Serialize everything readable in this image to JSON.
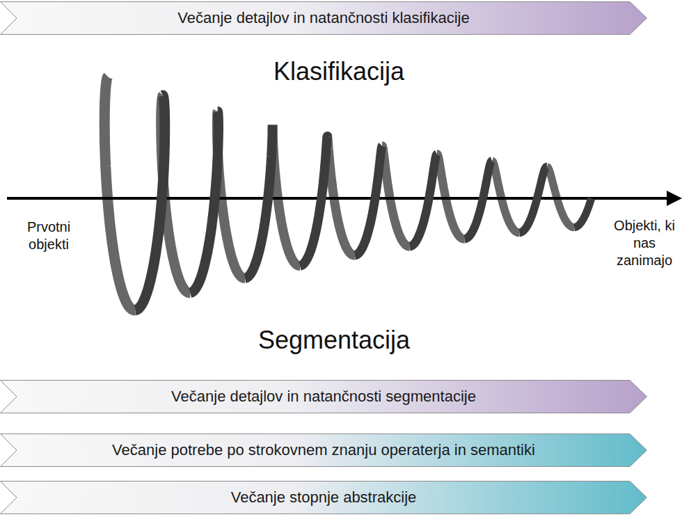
{
  "diagram": {
    "nodes": [
      {
        "text": [
          "Večanje detajlov in natančnosti klasifikacije"
        ]
      },
      {
        "text": [
          "Večanje detajlov in natančnosti segmentacije"
        ]
      },
      {
        "text": [
          "Večanje potrebe po strokovnem znanju operaterja in semantiki"
        ]
      },
      {
        "text": [
          "Večanje stopnje abstrakcije"
        ]
      }
    ],
    "labels": [
      "Klasifikacija",
      "Prvotni objekti",
      "Objekti, ki nas zanimajo",
      "Segmentacija"
    ]
  }
}
